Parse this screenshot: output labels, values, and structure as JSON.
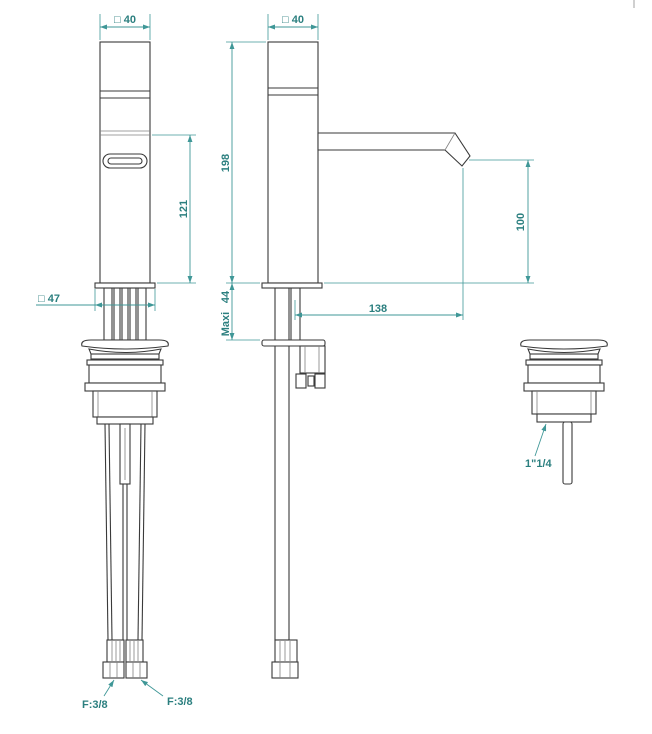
{
  "front_view": {
    "top_width": "□ 40",
    "outlet_height": "121",
    "base_width": "□ 47",
    "hose_left": "F:3/8",
    "hose_right": "F:3/8"
  },
  "side_view": {
    "top_width": "□ 40",
    "overall_height": "198",
    "spout_height": "100",
    "spout_reach": "138",
    "max_deck_value": "44",
    "max_deck_prefix": "Maxi"
  },
  "waste_view": {
    "thread_size": "1\"1/4"
  },
  "colors": {
    "dimension": "#3f9797",
    "dimension_text": "#2b7f7f",
    "outline": "#3a3a3a"
  }
}
